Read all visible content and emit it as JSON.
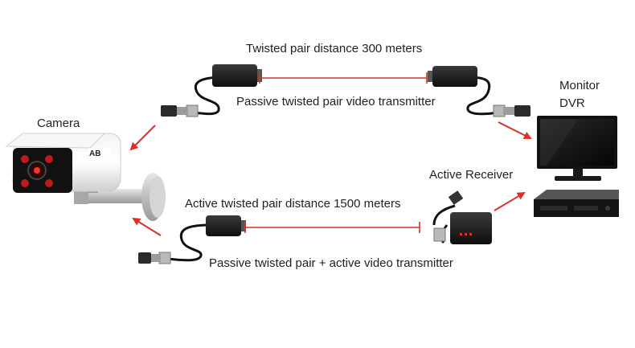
{
  "labels": {
    "camera": "Camera",
    "monitor": "Monitor",
    "dvr": "DVR",
    "active_receiver": "Active Receiver",
    "passive_distance": "Twisted pair distance 300 meters",
    "passive_transmitter": "Passive twisted pair video transmitter",
    "active_distance": "Active twisted pair distance 1500 meters",
    "active_transmitter": "Passive twisted pair + active video transmitter"
  },
  "camera_logo_text": "AB",
  "colors": {
    "arrow": "#d9302a",
    "device_body": "#1c1c1c",
    "cable": "#111111",
    "text": "#222222"
  }
}
